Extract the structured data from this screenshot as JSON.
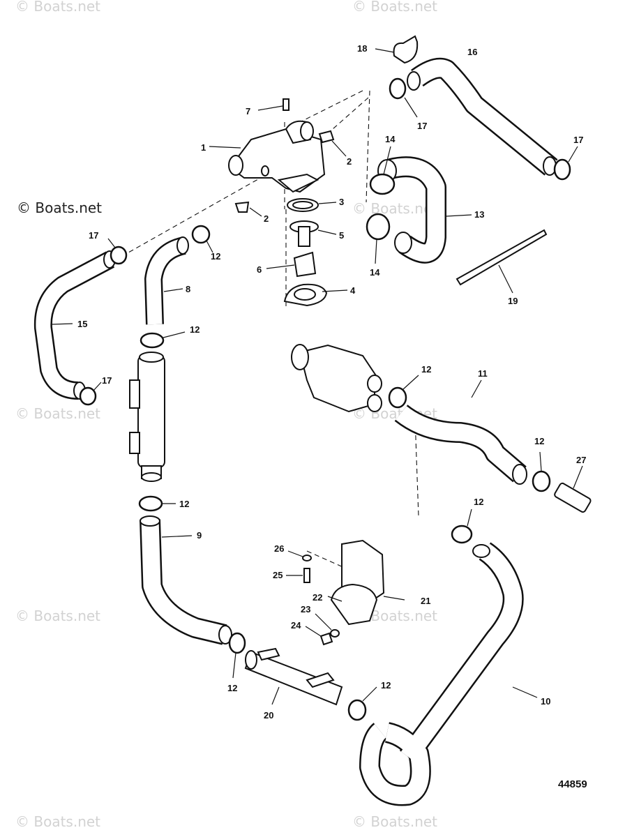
{
  "watermark": {
    "text": "© Boats.net"
  },
  "copyright": {
    "text": "© Boats.net"
  },
  "document_number": "44859",
  "callouts": {
    "c1": "1",
    "c2a": "2",
    "c2b": "2",
    "c3": "3",
    "c4": "4",
    "c5": "5",
    "c6": "6",
    "c7": "7",
    "c8": "8",
    "c9": "9",
    "c10": "10",
    "c11": "11",
    "c12a": "12",
    "c12b": "12",
    "c12c": "12",
    "c12d": "12",
    "c12e": "12",
    "c12f": "12",
    "c12g": "12",
    "c12h": "12",
    "c13": "13",
    "c14a": "14",
    "c14b": "14",
    "c15": "15",
    "c16": "16",
    "c17a": "17",
    "c17b": "17",
    "c17c": "17",
    "c17d": "17",
    "c18": "18",
    "c19": "19",
    "c20": "20",
    "c21": "21",
    "c22": "22",
    "c23": "23",
    "c24": "24",
    "c25": "25",
    "c26": "26",
    "c27": "27"
  }
}
